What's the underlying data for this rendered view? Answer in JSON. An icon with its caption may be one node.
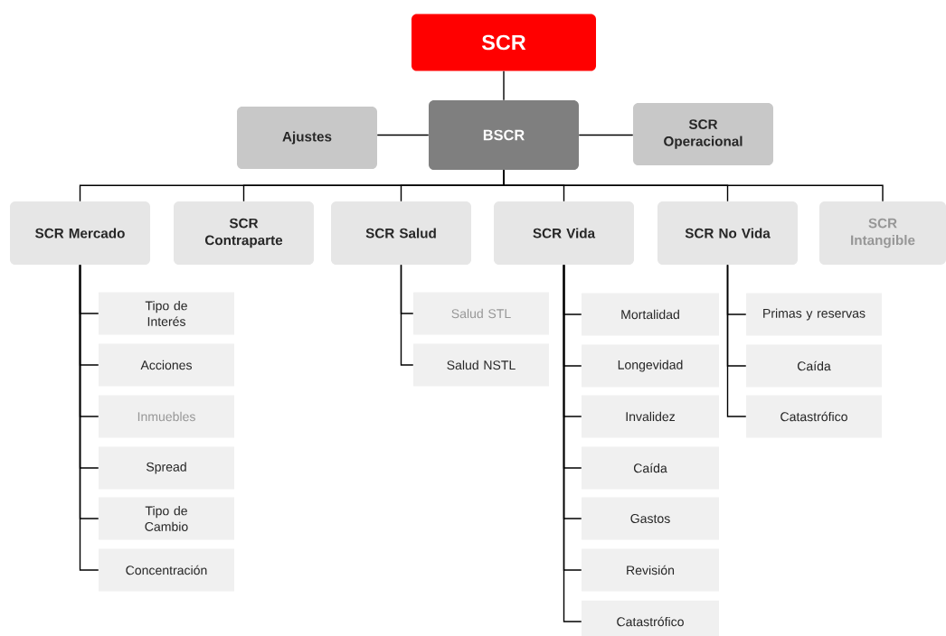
{
  "diagram": {
    "nodes": [
      {
        "text": [
          "SCR"
        ]
      },
      {
        "text": [
          "Ajustes"
        ]
      },
      {
        "text": [
          "BSCR"
        ]
      },
      {
        "text": [
          "SCR Operacional"
        ]
      },
      {
        "text": [
          "SCR Mercado"
        ]
      },
      {
        "text": [
          "SCR Contraparte"
        ]
      },
      {
        "text": [
          "SCR Salud"
        ]
      },
      {
        "text": [
          "SCR Vida"
        ]
      },
      {
        "text": [
          "SCR No Vida"
        ]
      },
      {
        "text": [
          "SCR Intangible"
        ]
      },
      {
        "text": [
          "Tipo de Interés"
        ]
      },
      {
        "text": [
          "Acciones"
        ]
      },
      {
        "text": [
          "Inmuebles"
        ]
      },
      {
        "text": [
          "Spread"
        ]
      },
      {
        "text": [
          "Tipo de Cambio"
        ]
      },
      {
        "text": [
          "Concentración"
        ]
      },
      {
        "text": [
          "Salud STL"
        ]
      },
      {
        "text": [
          "Salud NSTL"
        ]
      },
      {
        "text": [
          "Mortalidad"
        ]
      },
      {
        "text": [
          "Longevidad"
        ]
      },
      {
        "text": [
          "Invalidez"
        ]
      },
      {
        "text": [
          "Caída"
        ]
      },
      {
        "text": [
          "Gastos"
        ]
      },
      {
        "text": [
          "Revisión"
        ]
      },
      {
        "text": [
          "Catastrófico"
        ]
      },
      {
        "text": [
          "Primas y reservas"
        ]
      },
      {
        "text": [
          "Caída"
        ]
      },
      {
        "text": [
          "Catastrófico"
        ]
      }
    ],
    "edges": [
      {
        "from": 0,
        "to": 2,
        "arrow": "none"
      },
      {
        "from": 2,
        "to": 1,
        "arrow": "none"
      },
      {
        "from": 2,
        "to": 3,
        "arrow": "none"
      },
      {
        "from": 2,
        "to": 4,
        "arrow": "none"
      },
      {
        "from": 2,
        "to": 5,
        "arrow": "none"
      },
      {
        "from": 2,
        "to": 6,
        "arrow": "none"
      },
      {
        "from": 2,
        "to": 7,
        "arrow": "none"
      },
      {
        "from": 2,
        "to": 8,
        "arrow": "none"
      },
      {
        "from": 2,
        "to": 9,
        "arrow": "none"
      },
      {
        "from": 4,
        "to": 10,
        "arrow": "none"
      },
      {
        "from": 4,
        "to": 11,
        "arrow": "none"
      },
      {
        "from": 4,
        "to": 12,
        "arrow": "none"
      },
      {
        "from": 4,
        "to": 13,
        "arrow": "none"
      },
      {
        "from": 4,
        "to": 14,
        "arrow": "none"
      },
      {
        "from": 4,
        "to": 15,
        "arrow": "none"
      },
      {
        "from": 6,
        "to": 16,
        "arrow": "none"
      },
      {
        "from": 6,
        "to": 17,
        "arrow": "none"
      },
      {
        "from": 7,
        "to": 18,
        "arrow": "none"
      },
      {
        "from": 7,
        "to": 19,
        "arrow": "none"
      },
      {
        "from": 7,
        "to": 20,
        "arrow": "none"
      },
      {
        "from": 7,
        "to": 21,
        "arrow": "none"
      },
      {
        "from": 7,
        "to": 22,
        "arrow": "none"
      },
      {
        "from": 7,
        "to": 23,
        "arrow": "none"
      },
      {
        "from": 7,
        "to": 24,
        "arrow": "none"
      },
      {
        "from": 8,
        "to": 25,
        "arrow": "none"
      },
      {
        "from": 8,
        "to": 26,
        "arrow": "none"
      },
      {
        "from": 8,
        "to": 27,
        "arrow": "none"
      }
    ]
  }
}
